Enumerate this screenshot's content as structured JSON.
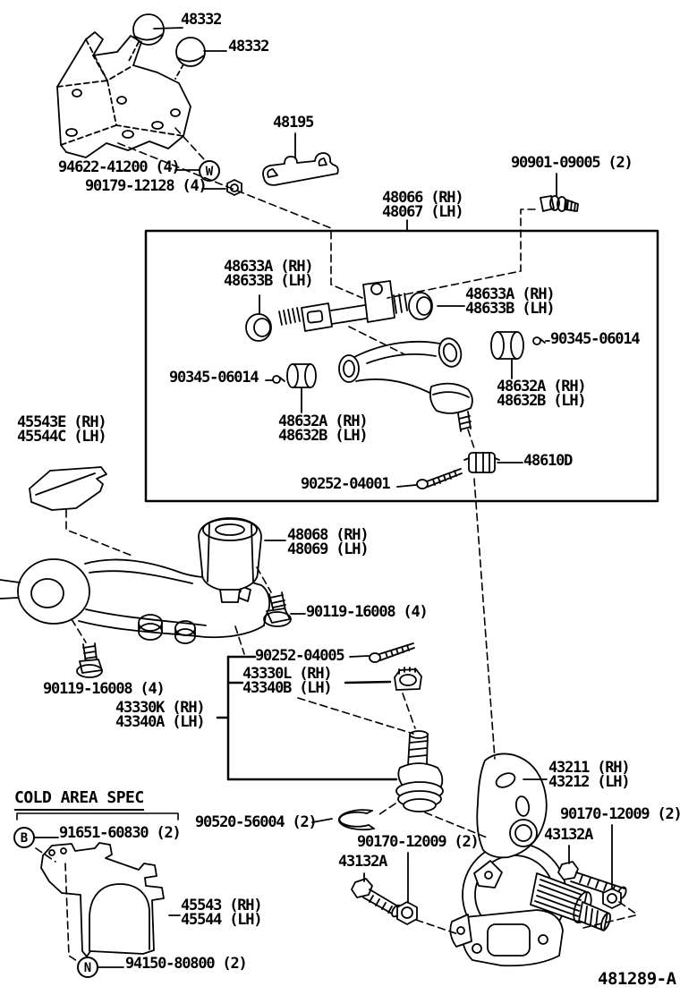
{
  "diagram": {
    "code": "481289-A",
    "cold_area_heading": "COLD AREA SPEC",
    "circled": {
      "w": "W",
      "b": "B",
      "n": "N"
    },
    "labels": {
      "knob_upper": "48332",
      "knob_lower": "48332",
      "bracket_bolt": "94622-41200 (4)",
      "bracket_nut": "90179-12128 (4)",
      "clamp": "48195",
      "arm_set_bolt": "90901-09005 (2)",
      "upper_arm_rh": "48066 (RH)",
      "upper_arm_lh": "48067 (LH)",
      "upper_bush_left_rh": "48633A (RH)",
      "upper_bush_left_lh": "48633B (LH)",
      "upper_bush_right_rh": "48633A (RH)",
      "upper_bush_right_lh": "48633B (LH)",
      "cam_bolt_left": "90345-06014",
      "cam_bolt_right": "90345-06014",
      "cam_left_rh": "48632A (RH)",
      "cam_left_lh": "48632B (LH)",
      "cam_right_rh": "48632A (RH)",
      "cam_right_lh": "48632B (LH)",
      "grease_nipple_upper": "90252-04001",
      "dust_cover": "48610D",
      "shield_upper_rh": "45543E (RH)",
      "shield_upper_lh": "45544C (LH)",
      "lower_bush_rh": "48068 (RH)",
      "lower_bush_lh": "48069 (LH)",
      "lower_arm_bolt_right": "90119-16008 (4)",
      "lower_arm_bolt_left": "90119-16008 (4)",
      "grease_nipple_lower": "90252-04005",
      "ball_joint_nut_rh": "43330L (RH)",
      "ball_joint_nut_lh": "43340B (LH)",
      "ball_joint_rh": "43330K (RH)",
      "ball_joint_lh": "43340A (LH)",
      "snap_ring": "90520-56004 (2)",
      "knuckle_rh": "43211 (RH)",
      "knuckle_lh": "43212 (LH)",
      "knuckle_bolt_left": "90170-12009 (2)",
      "cam_plate_left": "43132A",
      "knuckle_bolt_right": "90170-12009 (2)",
      "cam_plate_right": "43132A",
      "cold_bolt": "91651-60830 (2)",
      "shield_lower_rh": "45543 (RH)",
      "shield_lower_lh": "45544 (LH)",
      "cold_nut": "94150-80800 (2)"
    }
  }
}
